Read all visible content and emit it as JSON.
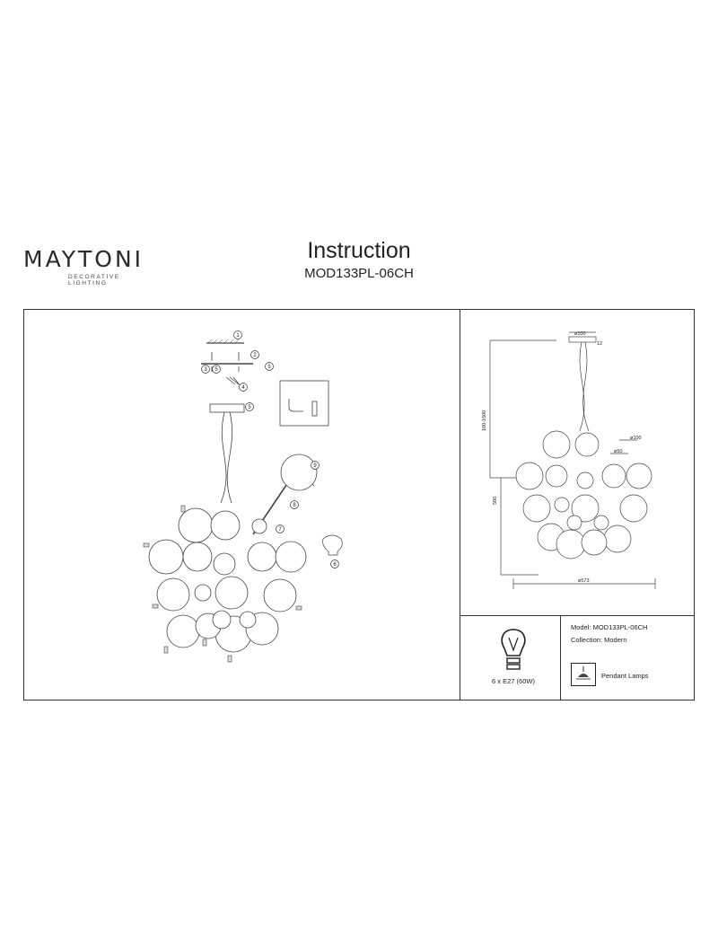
{
  "brand": {
    "name": "MAYTONI",
    "tagline": "DECORATIVE LIGHTING"
  },
  "document": {
    "title": "Instruction",
    "model_code": "MOD133PL-06CH"
  },
  "assembly_steps": [
    "1",
    "2",
    "3",
    "4",
    "5",
    "5",
    "5",
    "6",
    "7",
    "8",
    "9"
  ],
  "dimensions": {
    "canopy_diameter": "ø100",
    "drop_range": "100-1500",
    "body_height": "580",
    "shade_large": "ø100",
    "shade_small": "ø50",
    "overall_diameter": "ø573",
    "canopy_height": "12"
  },
  "bulb": {
    "spec": "6 x E27 (60W)"
  },
  "info": {
    "model": "Model: MOD133PL-06CH",
    "collection": "Collection: Modern",
    "type": "Pendant Lamps"
  }
}
